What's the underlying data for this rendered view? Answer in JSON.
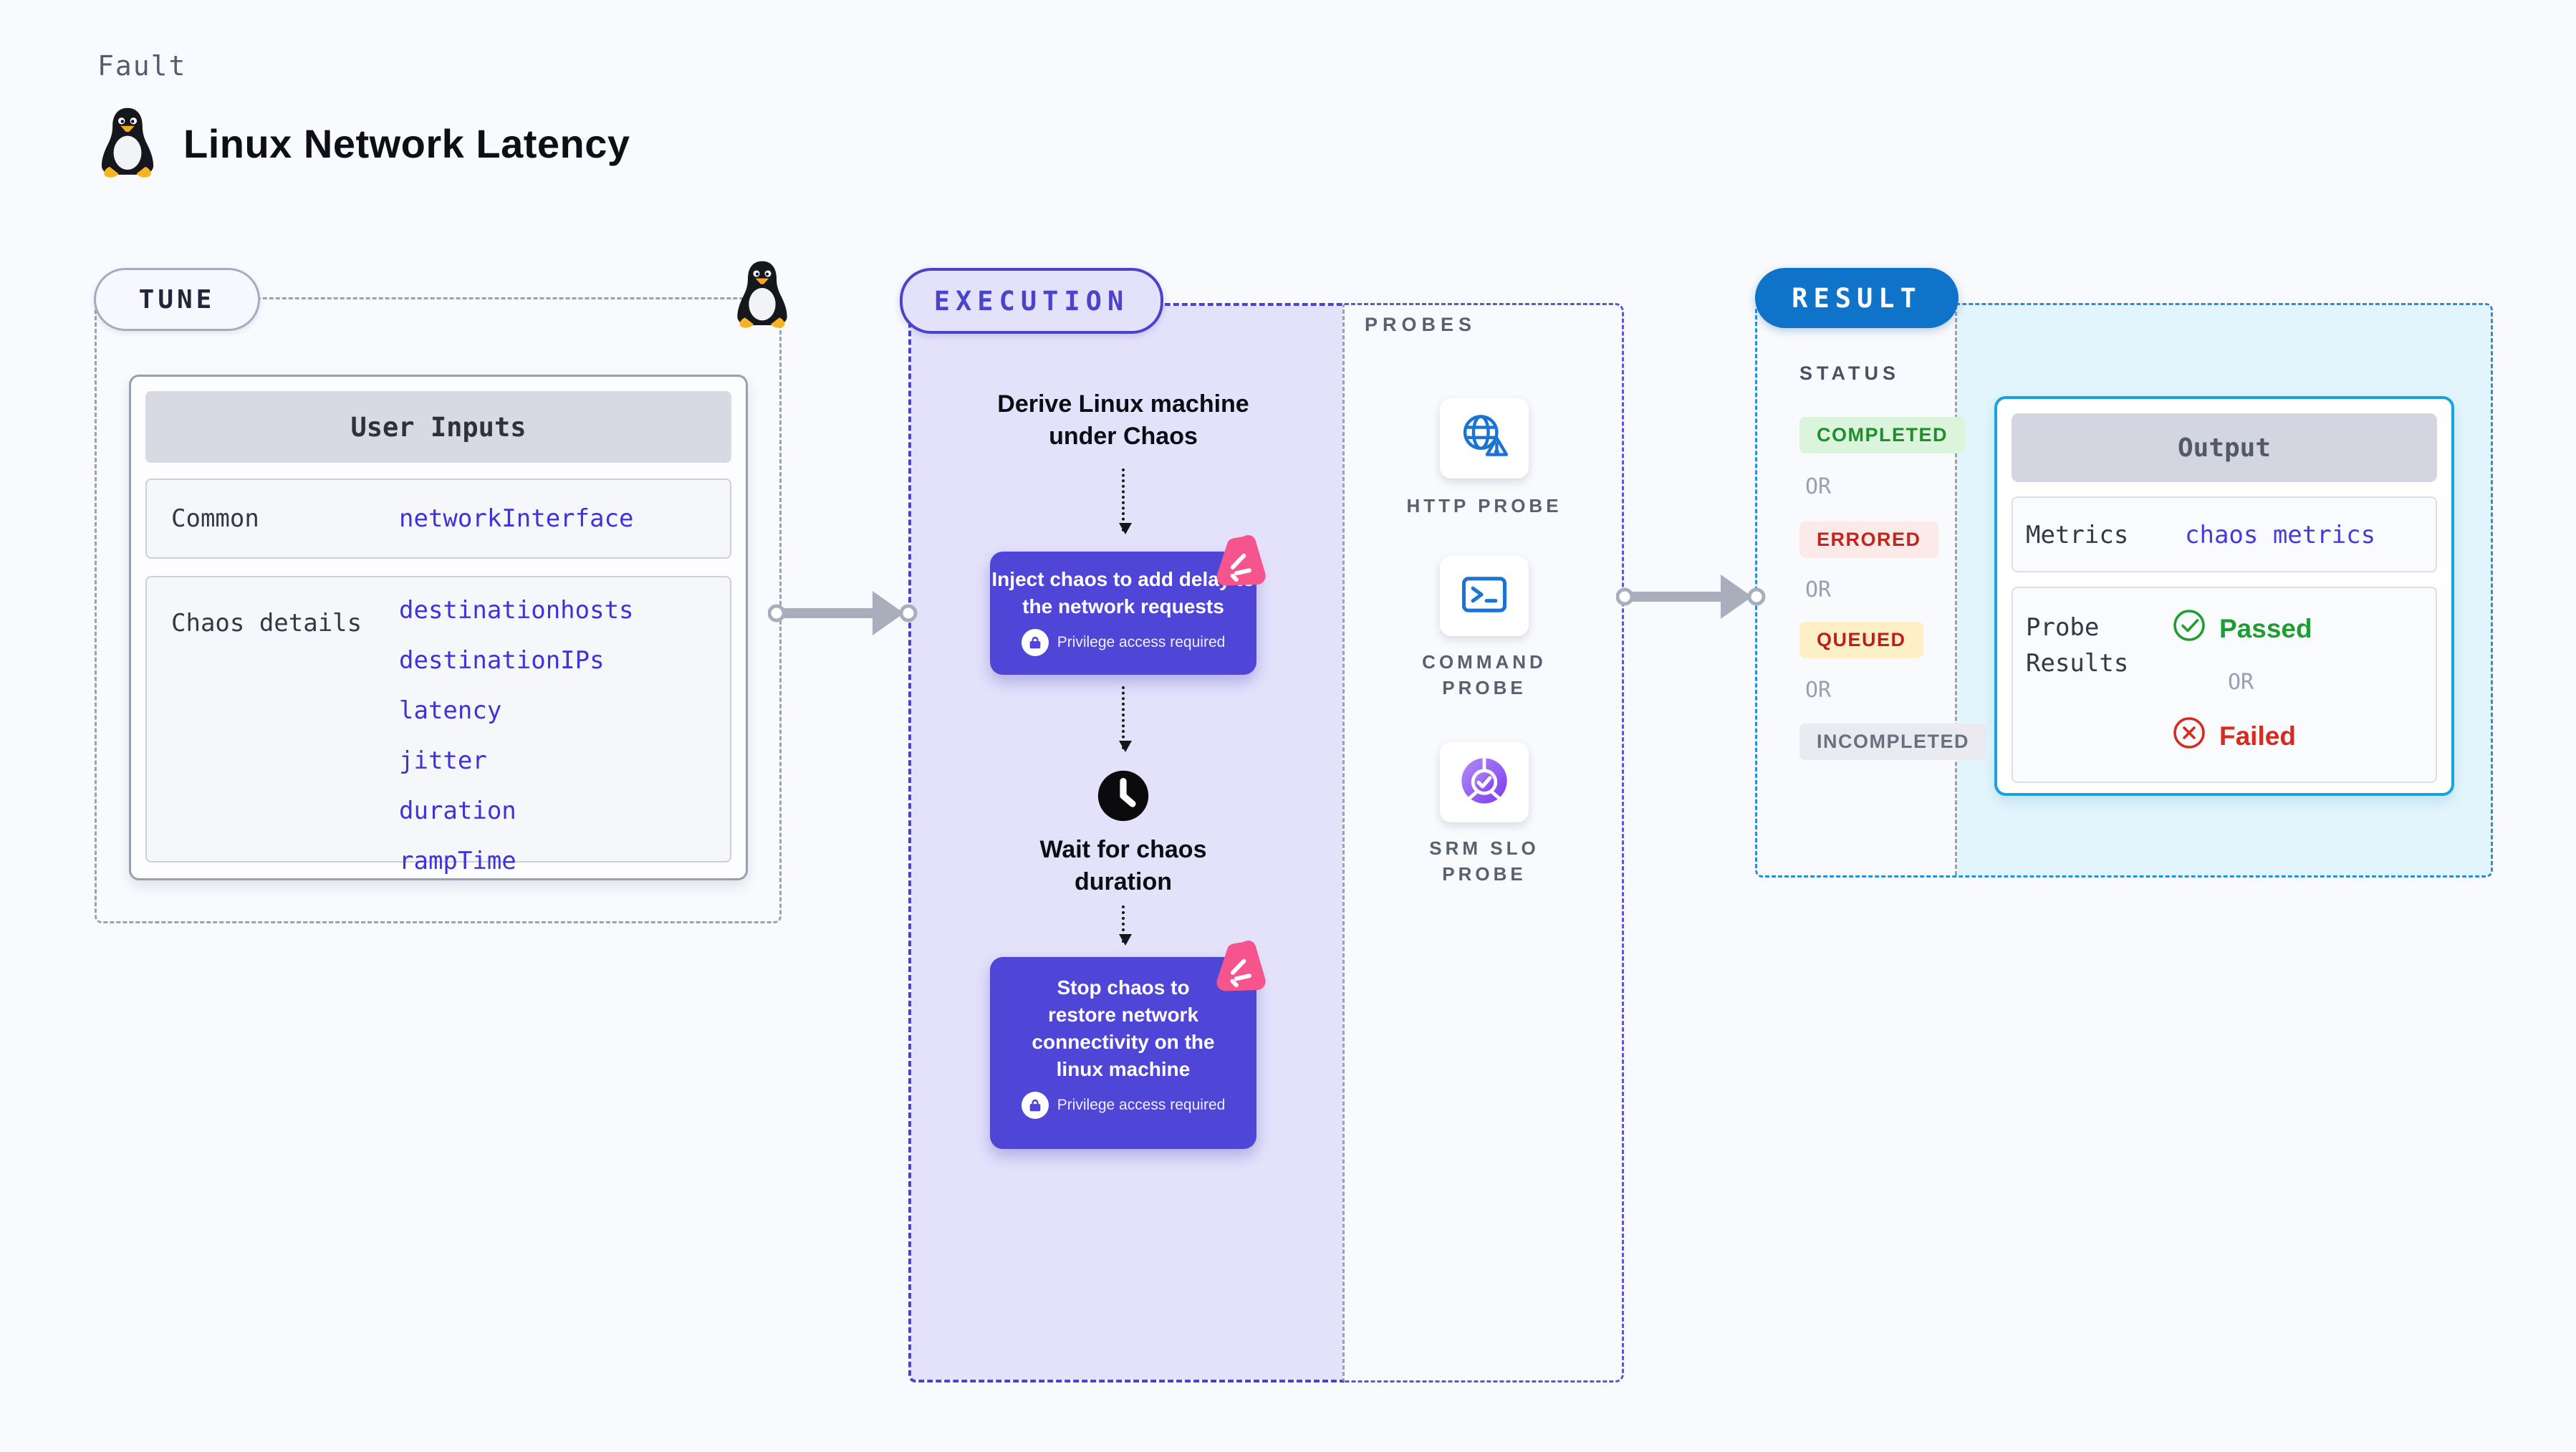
{
  "header": {
    "kicker": "Fault",
    "title": "Linux Network Latency",
    "icon": "tux-penguin"
  },
  "tune": {
    "pill": "TUNE",
    "user_inputs": {
      "header": "User Inputs",
      "rows": [
        {
          "label": "Common",
          "values": [
            "networkInterface"
          ]
        },
        {
          "label": "Chaos details",
          "values": [
            "destinationhosts",
            "destinationIPs",
            "latency",
            "jitter",
            "duration",
            "rampTime"
          ]
        }
      ]
    }
  },
  "execution": {
    "pill": "EXECUTION",
    "derive": {
      "lines": [
        "Derive Linux machine",
        "under Chaos"
      ]
    },
    "inject_node": {
      "lines": [
        "Inject chaos to add delay to",
        "the network requests"
      ],
      "badge": "Privilege access required"
    },
    "wait": {
      "lines": [
        "Wait for chaos",
        "duration"
      ]
    },
    "stop_node": {
      "lines": [
        "Stop chaos to",
        "restore network",
        "connectivity on the",
        "linux machine"
      ],
      "badge": "Privilege access required"
    }
  },
  "probes": {
    "heading": "PROBES",
    "items": [
      {
        "icon": "globe-warning-icon",
        "label_lines": [
          "HTTP PROBE",
          ""
        ]
      },
      {
        "icon": "terminal-icon",
        "label_lines": [
          "COMMAND",
          "PROBE"
        ]
      },
      {
        "icon": "slo-pie-check-icon",
        "label_lines": [
          "SRM SLO",
          "PROBE"
        ]
      }
    ]
  },
  "result": {
    "pill": "RESULT",
    "status_heading": "STATUS",
    "or_label": "OR",
    "statuses": [
      {
        "label": "COMPLETED",
        "bg": "#dcf3dc",
        "fg": "#1d8f2c"
      },
      {
        "label": "ERRORED",
        "bg": "#fbeae8",
        "fg": "#c1251e"
      },
      {
        "label": "QUEUED",
        "bg": "#fdf0c6",
        "fg": "#bd1f1f"
      },
      {
        "label": "INCOMPLETED",
        "bg": "#e9ebf1",
        "fg": "#69707f"
      }
    ],
    "output": {
      "header": "Output",
      "metrics_label": "Metrics",
      "metrics_value": "chaos metrics",
      "probe_results_lines": [
        "Probe",
        "Results"
      ],
      "passed": "Passed",
      "or": "OR",
      "failed": "Failed"
    }
  },
  "colors": {
    "page_bg": "#f8fafd",
    "execution_accent": "#4b44cb",
    "execution_fill": "#e4e2fb",
    "node_purple": "#4f46d8",
    "result_accent": "#2a8fd8",
    "result_pill": "#0e73c9",
    "result_fill": "#e3f5fc",
    "output_border": "#17a4dd",
    "input_value_blue": "#3d33d8",
    "probe_icon_blue": "#1b74d2",
    "chaos_pink": "#f6548c",
    "passed_green": "#1d9e32",
    "failed_red": "#d62b1f",
    "arrow_gray": "#a9aebc"
  }
}
